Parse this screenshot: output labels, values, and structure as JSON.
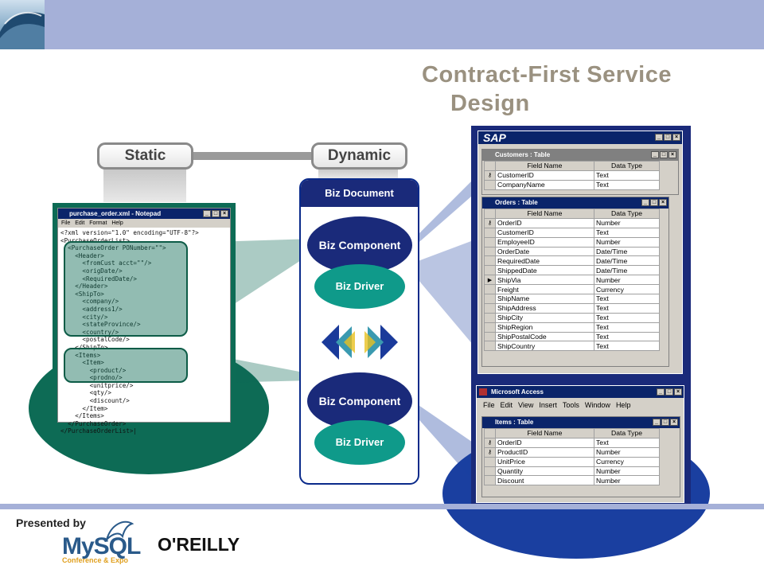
{
  "slide": {
    "title_line1": "Contract-First Service",
    "title_line2": "Design"
  },
  "labels": {
    "static": "Static",
    "dynamic": "Dynamic"
  },
  "xml_window": {
    "title": "purchase_order.xml - Notepad",
    "menu": "File Edit Format Help",
    "code": "<?xml version=\"1.0\" encoding=\"UTF-8\"?>\n<PurchaseOrderList>\n  <PurchaseOrder PONumber=\"\">\n    <Header>\n      <fromCust acct=\"\"/>\n      <origDate/>\n      <RequiredDate/>\n    </Header>\n    <ShipTo>\n      <company/>\n      <address1/>\n      <city/>\n      <stateProvince/>\n      <country/>\n      <postalCode/>\n    </ShipTo>\n    <Items>\n      <Item>\n        <product/>\n        <prodno/>\n        <unitprice/>\n        <qty/>\n        <discount/>\n      </Item>\n    </Items>\n  </PurchaseOrder>\n</PurchaseOrderList>|"
  },
  "biz": {
    "document": "Biz Document",
    "component_top": "Biz Component",
    "driver_top": "Biz Driver",
    "component_bottom": "Biz Component",
    "driver_bottom": "Biz Driver"
  },
  "sap_window": {
    "logo": "SAP",
    "customers_table": {
      "title": "Customers : Table",
      "headers": [
        "Field Name",
        "Data Type"
      ],
      "rows": [
        {
          "mark": "⚷",
          "field": "CustomerID",
          "type": "Text"
        },
        {
          "mark": "",
          "field": "CompanyName",
          "type": "Text"
        }
      ]
    },
    "orders_table": {
      "title": "Orders : Table",
      "headers": [
        "Field Name",
        "Data Type"
      ],
      "rows": [
        {
          "mark": "⚷",
          "field": "OrderID",
          "type": "Number"
        },
        {
          "mark": "",
          "field": "CustomerID",
          "type": "Text"
        },
        {
          "mark": "",
          "field": "EmployeeID",
          "type": "Number"
        },
        {
          "mark": "",
          "field": "OrderDate",
          "type": "Date/Time"
        },
        {
          "mark": "",
          "field": "RequiredDate",
          "type": "Date/Time"
        },
        {
          "mark": "",
          "field": "ShippedDate",
          "type": "Date/Time"
        },
        {
          "mark": "▶",
          "field": "ShipVia",
          "type": "Number"
        },
        {
          "mark": "",
          "field": "Freight",
          "type": "Currency"
        },
        {
          "mark": "",
          "field": "ShipName",
          "type": "Text"
        },
        {
          "mark": "",
          "field": "ShipAddress",
          "type": "Text"
        },
        {
          "mark": "",
          "field": "ShipCity",
          "type": "Text"
        },
        {
          "mark": "",
          "field": "ShipRegion",
          "type": "Text"
        },
        {
          "mark": "",
          "field": "ShipPostalCode",
          "type": "Text"
        },
        {
          "mark": "",
          "field": "ShipCountry",
          "type": "Text"
        }
      ]
    }
  },
  "access_window": {
    "title": "Microsoft Access",
    "menu": [
      "File",
      "Edit",
      "View",
      "Insert",
      "Tools",
      "Window",
      "Help"
    ],
    "items_table": {
      "title": "Items : Table",
      "headers": [
        "Field Name",
        "Data Type"
      ],
      "rows": [
        {
          "mark": "⚷",
          "field": "OrderID",
          "type": "Text"
        },
        {
          "mark": "⚷",
          "field": "ProductID",
          "type": "Number"
        },
        {
          "mark": "",
          "field": "UnitPrice",
          "type": "Currency"
        },
        {
          "mark": "",
          "field": "Quantity",
          "type": "Number"
        },
        {
          "mark": "",
          "field": "Discount",
          "type": "Number"
        }
      ]
    }
  },
  "footer": {
    "presented_by": "Presented by",
    "mysql": "MySQL",
    "mysql_sub": "Conference & Expo",
    "oreilly": "O'REILLY"
  }
}
